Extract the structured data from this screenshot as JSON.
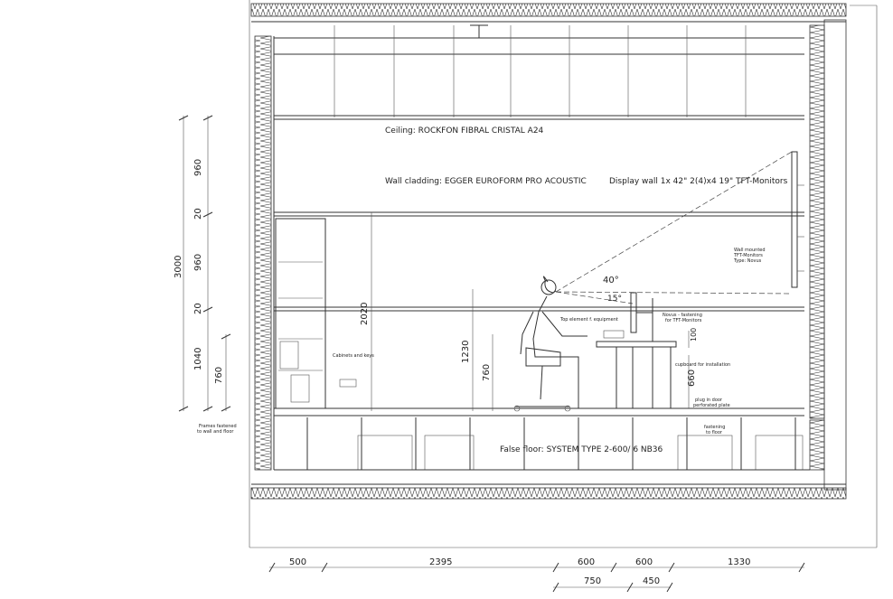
{
  "labels": {
    "ceiling": "Ceiling: ROCKFON FIBRAL CRISTAL A24",
    "wall_cladding": "Wall cladding: EGGER EUROFORM PRO ACOUSTIC",
    "display_wall": "Display wall 1x 42\"  2(4)x4  19\"  TFT-Monitors",
    "wall_mounted_1": "Wall mounted",
    "wall_mounted_2": "TFT-Monitors",
    "wall_mounted_3": "Type: Novus",
    "false_floor": "False floor: SYSTEM TYPE 2-600/ 6 NB36",
    "top_element_1": "Top element f. equipment",
    "novus_1": "Novus - fastening",
    "novus_2": "for TFT-Monitors",
    "cupboard": "cupboard for installation",
    "plug_1": "plug in door",
    "plug_2": "perforated plate",
    "fastening_1": "fastening",
    "fastening_2": "to floor",
    "cabinets": "Cabinets and keys",
    "frames_1": "Frames fastened",
    "frames_2": "to wall and floor",
    "angle_40": "40°",
    "angle_15": "15°"
  },
  "dimensions": {
    "v_960_top": "960",
    "v_20_a": "20",
    "v_960_mid": "960",
    "v_20_b": "20",
    "v_1040": "1040",
    "v_760_left": "760",
    "v_3000": "3000",
    "v_2020": "2020",
    "v_1230": "1230",
    "v_760_desk": "760",
    "v_100": "100",
    "v_660": "660",
    "h_500": "500",
    "h_2395": "2395",
    "h_600_a": "600",
    "h_600_b": "600",
    "h_1330": "1330",
    "h_750": "750",
    "h_450": "450"
  }
}
